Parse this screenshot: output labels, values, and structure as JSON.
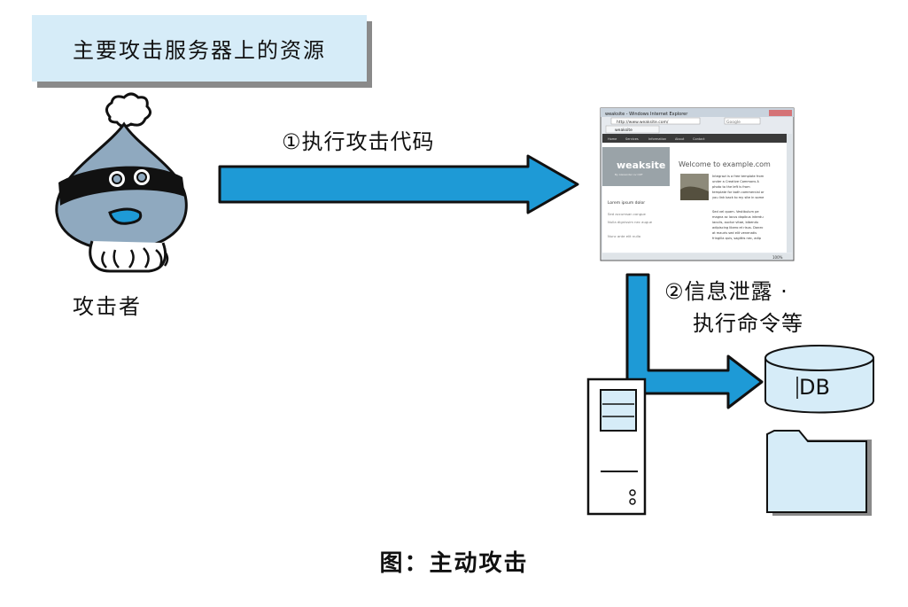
{
  "title": "主要攻击服务器上的资源",
  "attacker_label": "攻击者",
  "step1_label": "①执行攻击代码",
  "step2_label_line1": "②信息泄露 ·",
  "step2_label_line2": "执行命令等",
  "db_label": "DB",
  "caption": "图：主动攻击",
  "browser": {
    "window_title": "weaksite - Windows Internet Explorer",
    "address": "http://www.weaksite.com/",
    "search_placeholder": "Google",
    "tab_label": "weaksite",
    "site_name": "weaksite",
    "site_tagline": "By Alexander ov Cliff",
    "heading": "Welcome to example.com",
    "sidebar_title": "Lorem ipsum dolor",
    "sidebar_links": [
      "Sed accumsan congue",
      "Nulla dignissim nec augue",
      "Nunc ante elit nulla"
    ],
    "nav": [
      "Home",
      "Services",
      "Information",
      "About",
      "Contact"
    ],
    "body_lines_1": [
      "Integrazi is a free template from",
      "under a Creative Commons A",
      "photo to the left is from",
      "template for both commercial or",
      "you link back to my site in some"
    ],
    "body_lines_2": [
      "Sed vel quam. Vestibulum pe",
      "magna ac lacus dapibus interdu",
      "iaculis, auctor vitae, bibendu",
      "adipiscing libero et risus. Donec",
      "at mauris sed elit venenatis",
      "fringilla quis, sagittis nec, adip"
    ],
    "status_zoom": "100%"
  },
  "colors": {
    "title_bg": "#d6ecf8",
    "arrow": "#1e9ad6",
    "attacker_skin": "#8fa9bf",
    "db_fill": "#d6ecf8",
    "server_fill": "#d6ecf8"
  }
}
